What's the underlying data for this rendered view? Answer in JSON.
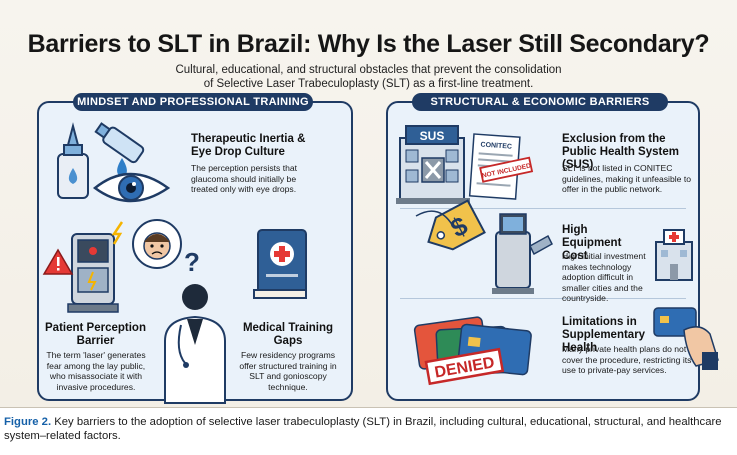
{
  "title": "Barriers to SLT in Brazil: Why Is the Laser Still Secondary?",
  "subtitle": "Cultural, educational, and structural obstacles that prevent the consolidation of Selective Laser Trabeculoplasty (SLT) as a first-line treatment.",
  "left_panel": {
    "header": "MINDSET AND PROFESSIONAL TRAINING",
    "items": [
      {
        "title": "Therapeutic Inertia & Eye Drop Culture",
        "text": "The perception persists that glaucoma should initially be treated only with eye drops."
      },
      {
        "title": "Patient Perception Barrier",
        "text": "The term 'laser' generates fear among the lay public, who misassociate it with invasive procedures."
      },
      {
        "title": "Medical Training Gaps",
        "text": "Few residency programs offer structured training in SLT and gonioscopy technique."
      }
    ]
  },
  "right_panel": {
    "header": "STRUCTURAL & ECONOMIC BARRIERS",
    "items": [
      {
        "title": "Exclusion from the Public Health System (SUS)",
        "text": "SLT is not listed in CONITEC guidelines, making it unfeasible to offer in the public network."
      },
      {
        "title": "High Equipment Cost",
        "text": "High initial investment makes technology adoption difficult in smaller cities and the countryside."
      },
      {
        "title": "Limitations in Supplementary Health",
        "text": "Many private health plans do not cover the procedure, restricting its use to private-pay services."
      }
    ]
  },
  "illustration_labels": {
    "sus_sign": "SUS",
    "conitec_doc": "CONITEC",
    "not_included_stamp": "NOT INCLUDED",
    "denied_stamp": "DENIED",
    "price_tag": "$",
    "question_mark": "?"
  },
  "caption": {
    "label": "Figure 2.",
    "text": " Key barriers to the adoption of selective laser trabeculoplasty (SLT) in Brazil, including cultural, educational, structural, and healthcare system–related factors."
  },
  "colors": {
    "navy": "#1f3b64",
    "panel_bg": "#eaf2fa",
    "caption_label": "#1560a8",
    "stamp_red": "#c62828"
  }
}
